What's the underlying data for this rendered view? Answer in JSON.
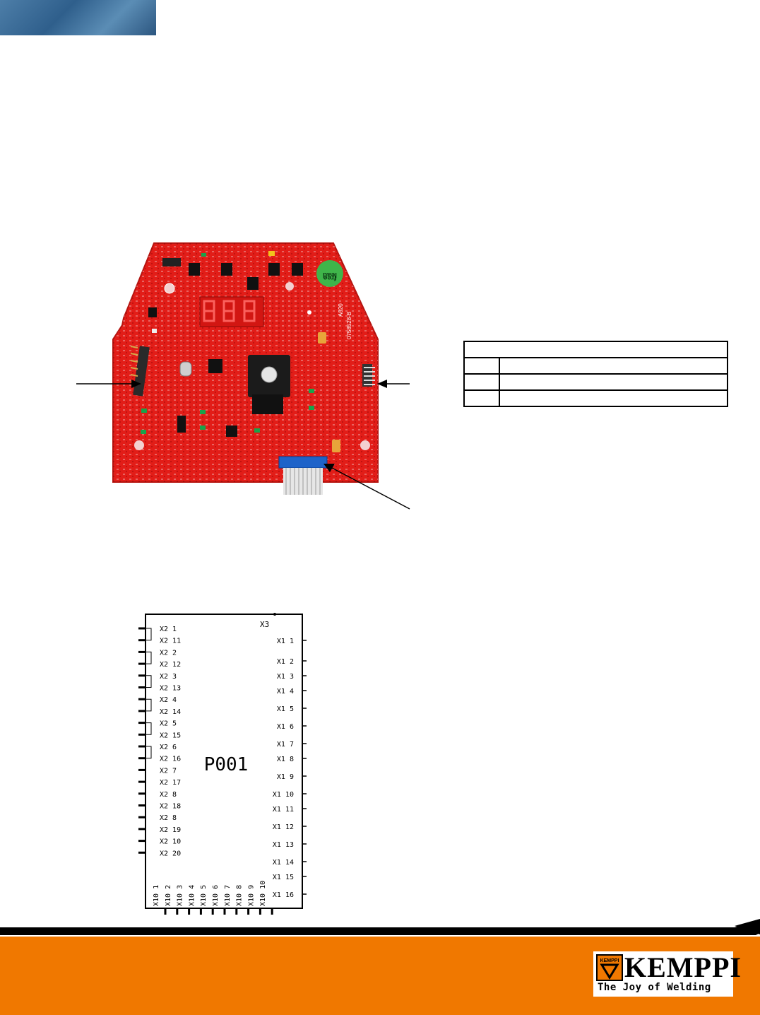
{
  "colors": {
    "accent_orange": "#f07800",
    "pcb_red": "#e8201c",
    "header_blue": "#3a6d99"
  },
  "pcb": {
    "silkscreen": {
      "text_lead": "lead",
      "text_free": "free",
      "board_code": "A020",
      "board_part": "0758528-B"
    }
  },
  "schematic": {
    "title": "P001",
    "x3_label": "X3",
    "left_pins": [
      "X2 1",
      "X2 11",
      "X2 2",
      "X2 12",
      "X2 3",
      "X2 13",
      "X2 4",
      "X2 14",
      "X2 5",
      "X2 15",
      "X2 6",
      "X2 16",
      "X2 7",
      "X2 17",
      "X2 8",
      "X2 18",
      "X2 8",
      "X2 19",
      "X2 10",
      "X2 20"
    ],
    "right_pins": [
      "X1 1",
      "X1 2",
      "X1 3",
      "X1 4",
      "X1 5",
      "X1 6",
      "X1 7",
      "X1 8",
      "X1 9",
      "X1 10",
      "X1 11",
      "X1 12",
      "X1 13",
      "X1 14",
      "X1 15",
      "X1 16"
    ],
    "bottom_pins": [
      "X10 1",
      "X10 2",
      "X10 3",
      "X10 4",
      "X10 5",
      "X10 6",
      "X10 7",
      "X10 8",
      "X10 9",
      "X10 10"
    ]
  },
  "table": {
    "rows": 4
  },
  "logo": {
    "brand": "KEMPPI",
    "slogan": "The Joy of Welding",
    "emblem_text": "KEMPPI"
  }
}
